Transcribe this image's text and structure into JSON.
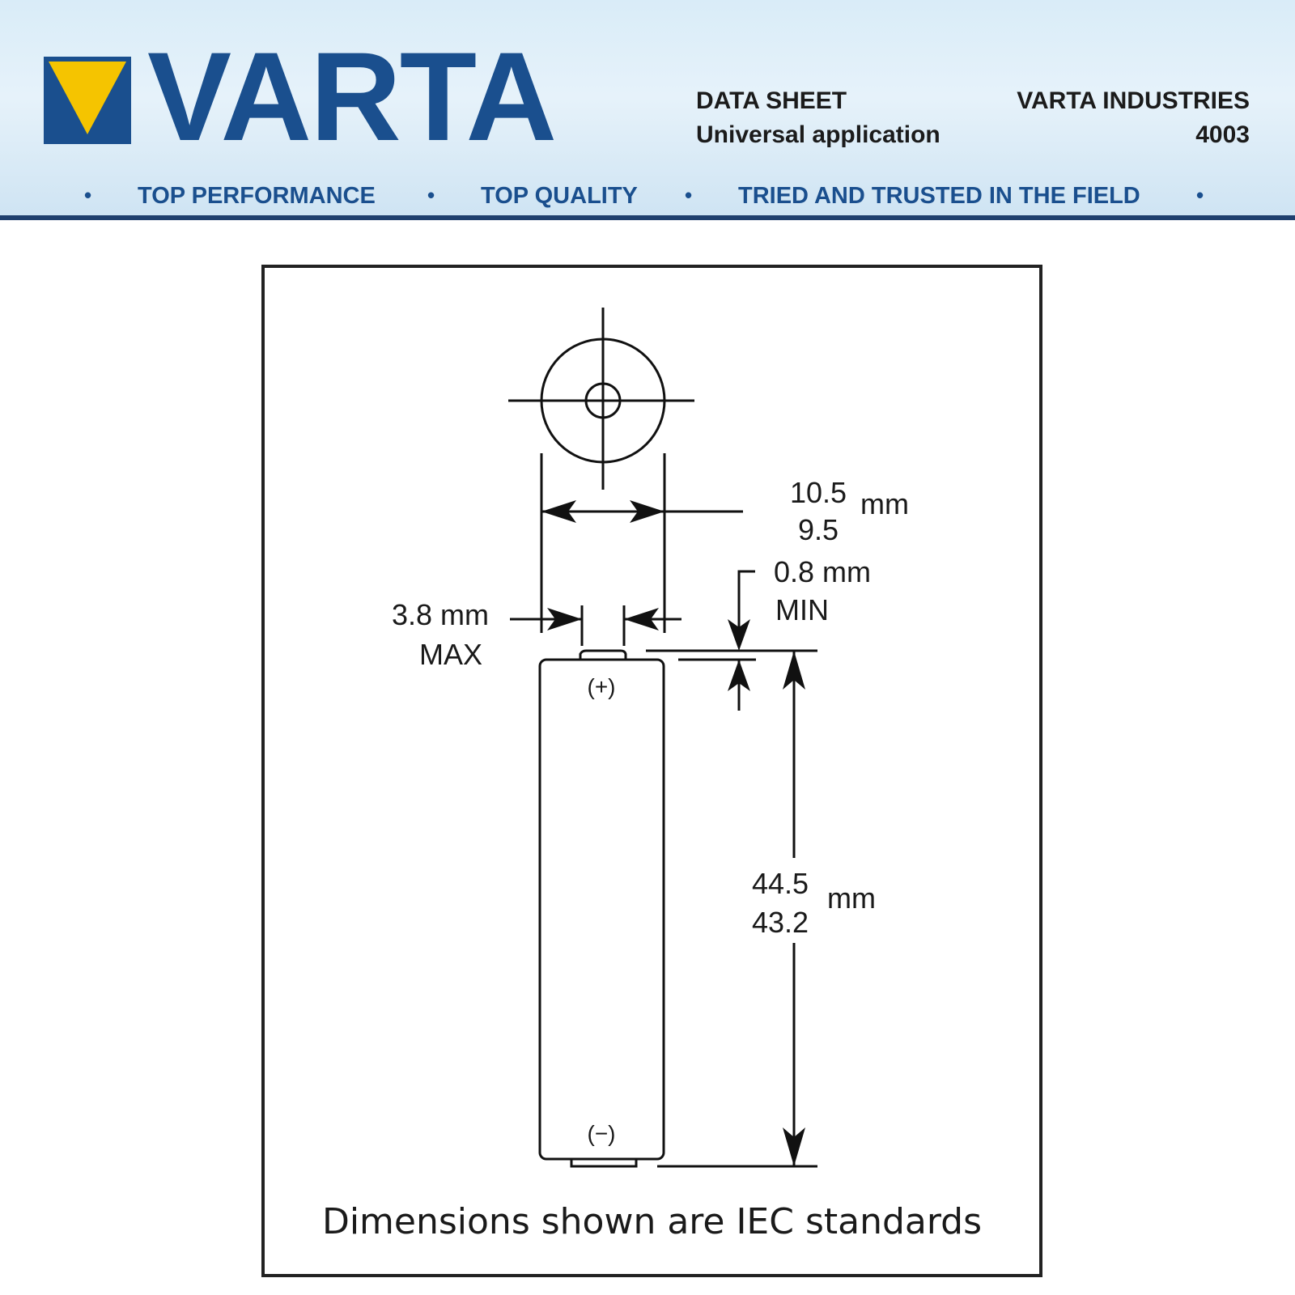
{
  "header": {
    "logo_text": "VARTA",
    "doc_type": "DATA SHEET",
    "application": "Universal application",
    "company": "VARTA INDUSTRIES",
    "model": "4003",
    "taglines": [
      "TOP PERFORMANCE",
      "TOP QUALITY",
      "TRIED AND TRUSTED IN THE FIELD"
    ],
    "bullet": "•",
    "colors": {
      "brand_blue": "#1a4f8e",
      "brand_yellow": "#f5c400",
      "header_bg": "#dcedf8"
    }
  },
  "diagram": {
    "diameter": {
      "max": "10.5",
      "min": "9.5",
      "unit": "mm"
    },
    "terminal_width": {
      "value": "3.8 mm",
      "qualifier": "MAX"
    },
    "terminal_height": {
      "value": "0.8 mm",
      "qualifier": "MIN"
    },
    "length": {
      "max": "44.5",
      "min": "43.2",
      "unit": "mm"
    },
    "positive_label": "(+)",
    "negative_label": "(−)"
  },
  "footnote": "Dimensions shown are IEC standards"
}
